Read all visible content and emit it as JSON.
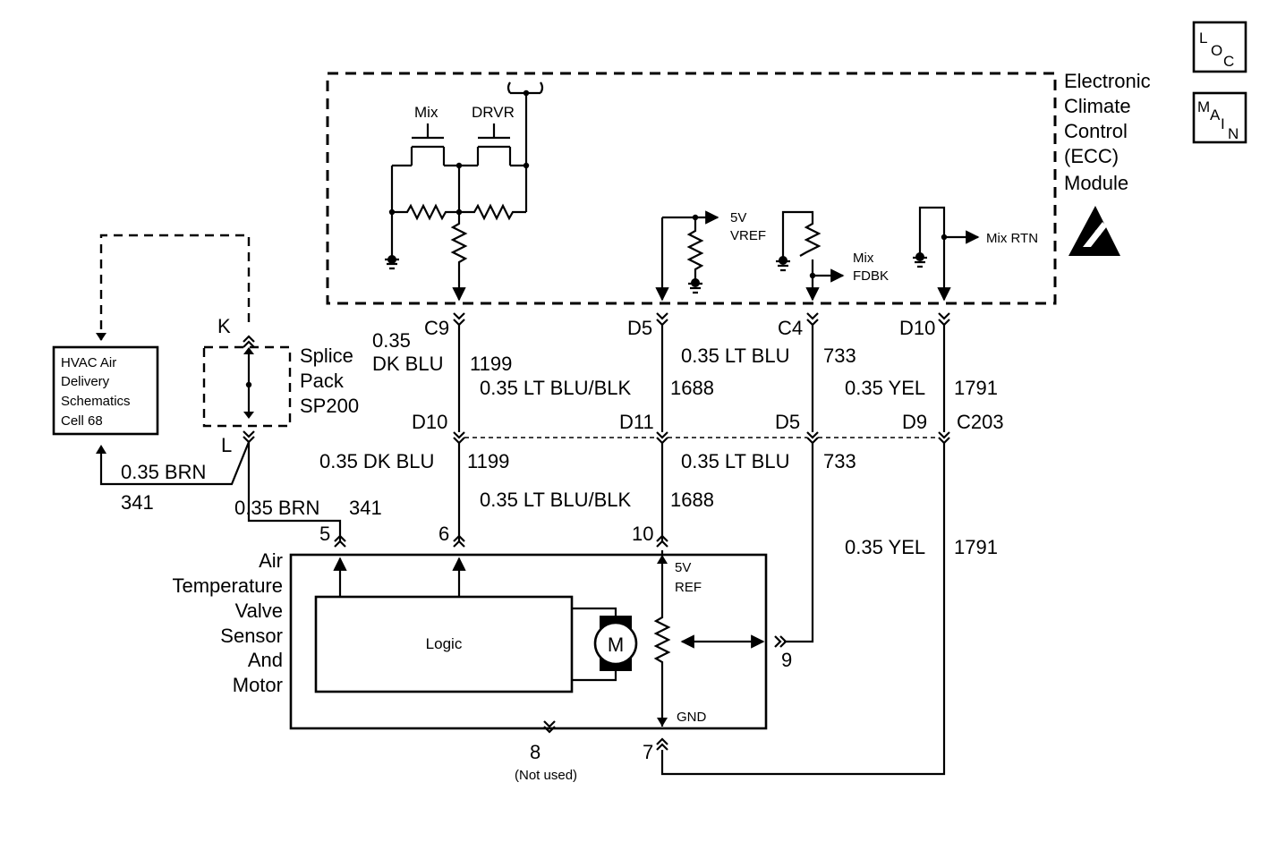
{
  "nav_icons": {
    "loc_letters": [
      "L",
      "O",
      "C"
    ],
    "main_letters": [
      "M",
      "A",
      "I",
      "N"
    ]
  },
  "ecc": {
    "title_lines": [
      "Electronic",
      "Climate",
      "Control",
      "(ECC)",
      "Module"
    ],
    "mix_label": "Mix",
    "drvr_label": "DRVR",
    "vref_lines": [
      "5V",
      "VREF"
    ],
    "mix_fdbk_lines": [
      "Mix",
      "FDBK"
    ],
    "mix_rtn": "Mix RTN"
  },
  "hvac_ref": {
    "lines": [
      "HVAC Air",
      "Delivery",
      "Schematics",
      "Cell 68"
    ]
  },
  "splice": {
    "label_lines": [
      "Splice",
      "Pack",
      "SP200"
    ],
    "pin_top": "K",
    "pin_bottom": "L"
  },
  "top_pins": [
    "C9",
    "D5",
    "C4",
    "D10"
  ],
  "mid_pins": [
    "D10",
    "D11",
    "D5",
    "D9"
  ],
  "connector_c203": "C203",
  "wires_upper": {
    "dkblu_size": "0.35",
    "dkblu_color": "DK BLU",
    "dkblu_circuit": "1199",
    "ltblublk": "0.35 LT BLU/BLK",
    "ltblublk_circuit": "1688",
    "ltblu": "0.35 LT BLU",
    "ltblu_circuit": "733",
    "yel": "0.35 YEL",
    "yel_circuit": "1791"
  },
  "wires_lower": {
    "brn_a": "0.35 BRN",
    "brn_a_circuit": "341",
    "brn_b": "0.35 BRN",
    "brn_b_circuit": "341",
    "dkblu": "0.35 DK BLU",
    "dkblu_circuit": "1199",
    "ltblublk": "0.35 LT BLU/BLK",
    "ltblublk_circuit": "1688",
    "ltblu": "0.35 LT BLU",
    "ltblu_circuit": "733",
    "yel": "0.35 YEL",
    "yel_circuit": "1791"
  },
  "sensor": {
    "title_lines": [
      "Air",
      "Temperature",
      "Valve",
      "Sensor",
      "And",
      "Motor"
    ],
    "logic": "Logic",
    "motor": "M",
    "ref_lines": [
      "5V",
      "REF"
    ],
    "gnd": "GND",
    "pins": {
      "p5": "5",
      "p6": "6",
      "p10": "10",
      "p9": "9",
      "p8": "8",
      "p7": "7"
    },
    "not_used": "(Not used)"
  }
}
